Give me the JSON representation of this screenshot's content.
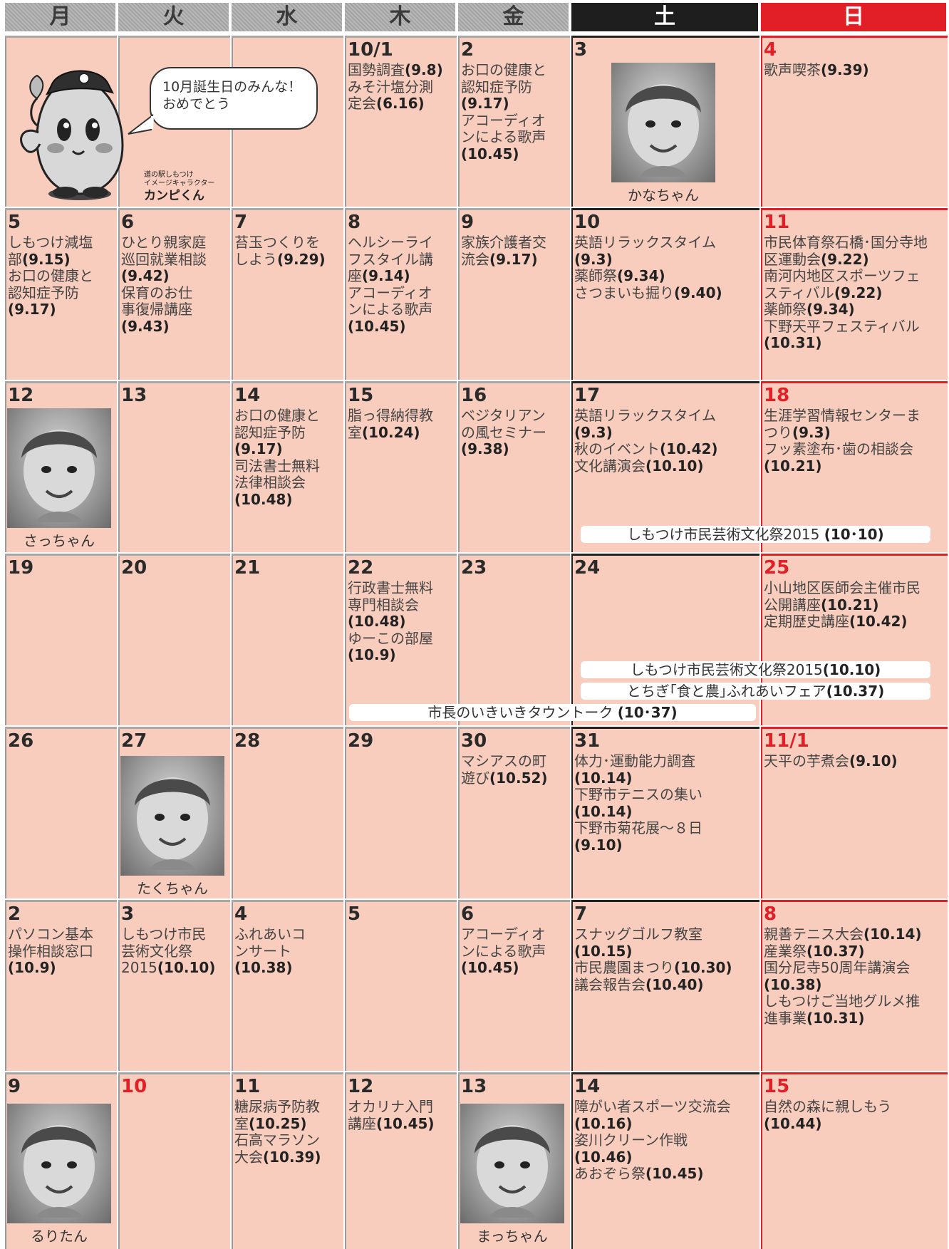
{
  "weekdays": [
    "月",
    "火",
    "水",
    "木",
    "金",
    "土",
    "日"
  ],
  "weeks": [
    [
      {
        "d": "",
        "ev": []
      },
      {
        "d": "",
        "ev": []
      },
      {
        "d": "",
        "ev": []
      },
      {
        "d": "10/1",
        "ev": [
          [
            "国勢調査",
            "(9.8)"
          ],
          [
            "みそ汁塩分測",
            ""
          ],
          [
            "定会",
            "(6.16)"
          ]
        ]
      },
      {
        "d": "2",
        "ev": [
          [
            "お口の健康と",
            ""
          ],
          [
            "認知症予防",
            ""
          ],
          [
            "",
            "(9.17)"
          ],
          [
            "アコーディオ",
            ""
          ],
          [
            "ンによる歌声",
            ""
          ],
          [
            "",
            "(10.45)"
          ]
        ]
      },
      {
        "d": "3",
        "ev": []
      },
      {
        "d": "4",
        "ev": [
          [
            "歌声喫茶",
            "(9.39)"
          ]
        ]
      }
    ],
    [
      {
        "d": "5",
        "ev": [
          [
            "しもつけ減塩",
            ""
          ],
          [
            "部",
            "(9.15)"
          ],
          [
            "お口の健康と",
            ""
          ],
          [
            "認知症予防",
            ""
          ],
          [
            "",
            "(9.17)"
          ]
        ]
      },
      {
        "d": "6",
        "ev": [
          [
            "ひとり親家庭",
            ""
          ],
          [
            "巡回就業相談",
            ""
          ],
          [
            "",
            "(9.42)"
          ],
          [
            "保育のお仕",
            ""
          ],
          [
            "事復帰講座",
            ""
          ],
          [
            "",
            "(9.43)"
          ]
        ]
      },
      {
        "d": "7",
        "ev": [
          [
            "苔玉つくりを",
            ""
          ],
          [
            "しよう",
            "(9.29)"
          ]
        ]
      },
      {
        "d": "8",
        "ev": [
          [
            "ヘルシーライ",
            ""
          ],
          [
            "フスタイル講",
            ""
          ],
          [
            "座",
            "(9.14)"
          ],
          [
            "アコーディオ",
            ""
          ],
          [
            "ンによる歌声",
            ""
          ],
          [
            "",
            "(10.45)"
          ]
        ]
      },
      {
        "d": "9",
        "ev": [
          [
            "家族介護者交",
            ""
          ],
          [
            "流会",
            "(9.17)"
          ]
        ]
      },
      {
        "d": "10",
        "ev": [
          [
            "英語リラックスタイム",
            ""
          ],
          [
            "",
            "(9.3)"
          ],
          [
            "薬師祭",
            "(9.34)"
          ],
          [
            "さつまいも掘り",
            "(9.40)"
          ]
        ]
      },
      {
        "d": "11",
        "ev": [
          [
            "市民体育祭石橋･国分寺地",
            ""
          ],
          [
            "区運動会",
            "(9.22)"
          ],
          [
            "南河内地区スポーツフェ",
            ""
          ],
          [
            "スティバル",
            "(9.22)"
          ],
          [
            "薬師祭",
            "(9.34)"
          ],
          [
            "下野天平フェスティバル",
            ""
          ],
          [
            "",
            "(10.31)"
          ]
        ]
      }
    ],
    [
      {
        "d": "12",
        "ev": []
      },
      {
        "d": "13",
        "ev": []
      },
      {
        "d": "14",
        "ev": [
          [
            "お口の健康と",
            ""
          ],
          [
            "認知症予防",
            ""
          ],
          [
            "",
            "(9.17)"
          ],
          [
            "司法書士無料",
            ""
          ],
          [
            "法律相談会",
            ""
          ],
          [
            "",
            "(10.48)"
          ]
        ]
      },
      {
        "d": "15",
        "ev": [
          [
            "脂っ得納得教",
            ""
          ],
          [
            "室",
            "(10.24)"
          ]
        ]
      },
      {
        "d": "16",
        "ev": [
          [
            "ベジタリアン",
            ""
          ],
          [
            "の風セミナー",
            ""
          ],
          [
            "",
            "(9.38)"
          ]
        ]
      },
      {
        "d": "17",
        "ev": [
          [
            "英語リラックスタイム",
            ""
          ],
          [
            "",
            "(9.3)"
          ],
          [
            "秋のイベント",
            "(10.42)"
          ],
          [
            "文化講演会",
            "(10.10)"
          ]
        ]
      },
      {
        "d": "18",
        "ev": [
          [
            "生涯学習情報センターま",
            ""
          ],
          [
            "つり",
            "(9.3)"
          ],
          [
            "フッ素塗布･歯の相談会",
            ""
          ],
          [
            "",
            "(10.21)"
          ]
        ]
      }
    ],
    [
      {
        "d": "19",
        "ev": []
      },
      {
        "d": "20",
        "ev": []
      },
      {
        "d": "21",
        "ev": []
      },
      {
        "d": "22",
        "ev": [
          [
            "行政書士無料",
            ""
          ],
          [
            "専門相談会",
            ""
          ],
          [
            "",
            "(10.48)"
          ],
          [
            "ゆーこの部屋",
            ""
          ],
          [
            "",
            "(10.9)"
          ]
        ]
      },
      {
        "d": "23",
        "ev": []
      },
      {
        "d": "24",
        "ev": []
      },
      {
        "d": "25",
        "ev": [
          [
            "小山地区医師会主催市民",
            ""
          ],
          [
            "公開講座",
            "(10.21)"
          ],
          [
            "定期歴史講座",
            "(10.42)"
          ]
        ]
      }
    ],
    [
      {
        "d": "26",
        "ev": []
      },
      {
        "d": "27",
        "ev": []
      },
      {
        "d": "28",
        "ev": []
      },
      {
        "d": "29",
        "ev": []
      },
      {
        "d": "30",
        "ev": [
          [
            "マシアスの町",
            ""
          ],
          [
            "遊び",
            "(10.52)"
          ]
        ]
      },
      {
        "d": "31",
        "ev": [
          [
            "体力･運動能力調査",
            ""
          ],
          [
            "",
            "(10.14)"
          ],
          [
            "下野市テニスの集い",
            ""
          ],
          [
            "",
            "(10.14)"
          ],
          [
            "下野市菊花展～８日",
            ""
          ],
          [
            "",
            "(9.10)"
          ]
        ]
      },
      {
        "d": "11/1",
        "ev": [
          [
            "天平の芋煮会",
            "(9.10)"
          ]
        ]
      }
    ],
    [
      {
        "d": "2",
        "ev": [
          [
            "パソコン基本",
            ""
          ],
          [
            "操作相談窓口",
            ""
          ],
          [
            "",
            "(10.9)"
          ]
        ]
      },
      {
        "d": "3",
        "ev": [
          [
            "しもつけ市民",
            ""
          ],
          [
            "芸術文化祭",
            ""
          ],
          [
            "2015",
            "(10.10)"
          ]
        ]
      },
      {
        "d": "4",
        "ev": [
          [
            "ふれあいコ",
            ""
          ],
          [
            "ンサート",
            ""
          ],
          [
            "",
            "(10.38)"
          ]
        ]
      },
      {
        "d": "5",
        "ev": []
      },
      {
        "d": "6",
        "ev": [
          [
            "アコーディオ",
            ""
          ],
          [
            "ンによる歌声",
            ""
          ],
          [
            "",
            "(10.45)"
          ]
        ]
      },
      {
        "d": "7",
        "ev": [
          [
            "スナッグゴルフ教室",
            ""
          ],
          [
            "",
            "(10.15)"
          ],
          [
            "市民農園まつり",
            "(10.30)"
          ],
          [
            "議会報告会",
            "(10.40)"
          ]
        ]
      },
      {
        "d": "8",
        "ev": [
          [
            "親善テニス大会",
            "(10.14)"
          ],
          [
            "産業祭",
            "(10.37)"
          ],
          [
            "国分尼寺50周年講演会",
            ""
          ],
          [
            "",
            "(10.38)"
          ],
          [
            "しもつけご当地グルメ推",
            ""
          ],
          [
            "進事業",
            "(10.31)"
          ]
        ]
      }
    ],
    [
      {
        "d": "9",
        "ev": []
      },
      {
        "d": "10",
        "ev": []
      },
      {
        "d": "11",
        "ev": [
          [
            "糖尿病予防教",
            ""
          ],
          [
            "室",
            "(10.25)"
          ],
          [
            "石高マラソン",
            ""
          ],
          [
            "大会",
            "(10.39)"
          ]
        ]
      },
      {
        "d": "12",
        "ev": [
          [
            "オカリナ入門",
            ""
          ],
          [
            "講座",
            "(10.45)"
          ]
        ]
      },
      {
        "d": "13",
        "ev": []
      },
      {
        "d": "14",
        "ev": [
          [
            "障がい者スポーツ交流会",
            ""
          ],
          [
            "",
            "(10.16)"
          ],
          [
            "姿川クリーン作戦",
            ""
          ],
          [
            "",
            "(10.46)"
          ],
          [
            "あおぞら祭",
            "(10.45)"
          ]
        ]
      },
      {
        "d": "15",
        "ev": [
          [
            "自然の森に親しもう",
            ""
          ],
          [
            "",
            "(10.44)"
          ]
        ]
      }
    ]
  ],
  "red_days": [
    "6-1"
  ],
  "photos": [
    {
      "week": 0,
      "col": 5,
      "name": "かなちゃん"
    },
    {
      "week": 2,
      "col": 0,
      "name": "さっちゃん"
    },
    {
      "week": 4,
      "col": 1,
      "name": "たくちゃん"
    },
    {
      "week": 6,
      "col": 0,
      "name": "るりたん"
    },
    {
      "week": 6,
      "col": 4,
      "name": "まっちゃん"
    }
  ],
  "banners": [
    {
      "week": 2,
      "row": 0,
      "from": 5,
      "to": 6,
      "text": "しもつけ市民芸術文化祭2015 ",
      "code": "(10･10)"
    },
    {
      "week": 3,
      "row": 0,
      "from": 5,
      "to": 6,
      "text": "しもつけ市民芸術文化祭2015",
      "code": "(10.10)"
    },
    {
      "week": 3,
      "row": 1,
      "from": 5,
      "to": 6,
      "text": "とちぎ｢食と農｣ふれあいフェア",
      "code": "(10.37)"
    },
    {
      "week": 3,
      "row": 2,
      "from": 3,
      "to": 5,
      "text": "市長のいきいきタウントーク ",
      "code": "(10･37)"
    }
  ],
  "mascot": {
    "bubble": [
      "10月誕生日のみんな！",
      "おめでとう"
    ],
    "caption1": "道の駅しもつけ",
    "caption2": "イメージキャラクター",
    "name": "カンピくん"
  },
  "colors": {
    "cell": "#f8cdbd",
    "sat": "#1e1e1e",
    "sun": "#e21f26",
    "weekday_header": "#a8a8a8"
  }
}
